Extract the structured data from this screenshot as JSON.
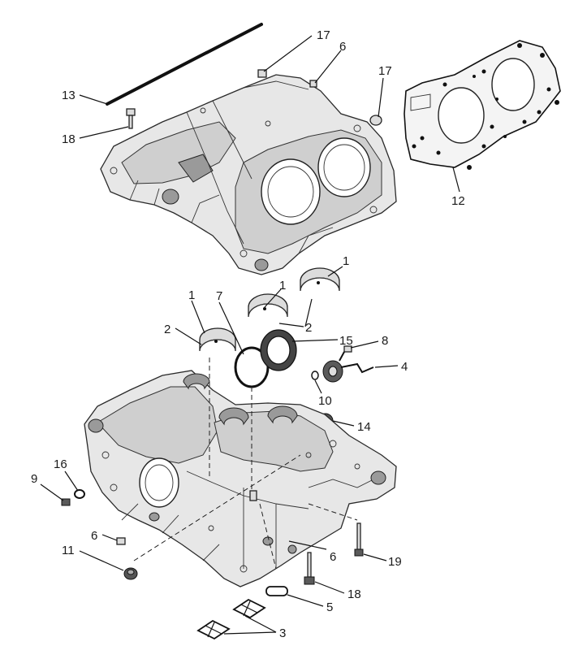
{
  "callouts": [
    {
      "id": "callout-13a",
      "text": "13"
    },
    {
      "id": "callout-18a",
      "text": "18"
    },
    {
      "id": "callout-17a",
      "text": "17"
    },
    {
      "id": "callout-6a",
      "text": "6"
    },
    {
      "id": "callout-17b",
      "text": "17"
    },
    {
      "id": "callout-12",
      "text": "12"
    },
    {
      "id": "callout-1a",
      "text": "1"
    },
    {
      "id": "callout-1b",
      "text": "1"
    },
    {
      "id": "callout-7",
      "text": "7"
    },
    {
      "id": "callout-1c",
      "text": "1"
    },
    {
      "id": "callout-2a",
      "text": "2"
    },
    {
      "id": "callout-2b",
      "text": "2"
    },
    {
      "id": "callout-15",
      "text": "15"
    },
    {
      "id": "callout-8",
      "text": "8"
    },
    {
      "id": "callout-4",
      "text": "4"
    },
    {
      "id": "callout-10",
      "text": "10"
    },
    {
      "id": "callout-14",
      "text": "14"
    },
    {
      "id": "callout-9",
      "text": "9"
    },
    {
      "id": "callout-16",
      "text": "16"
    },
    {
      "id": "callout-6b",
      "text": "6"
    },
    {
      "id": "callout-11",
      "text": "11"
    },
    {
      "id": "callout-6c",
      "text": "6"
    },
    {
      "id": "callout-19",
      "text": "19"
    },
    {
      "id": "callout-18b",
      "text": "18"
    },
    {
      "id": "callout-5",
      "text": "5"
    },
    {
      "id": "callout-3",
      "text": "3"
    }
  ]
}
